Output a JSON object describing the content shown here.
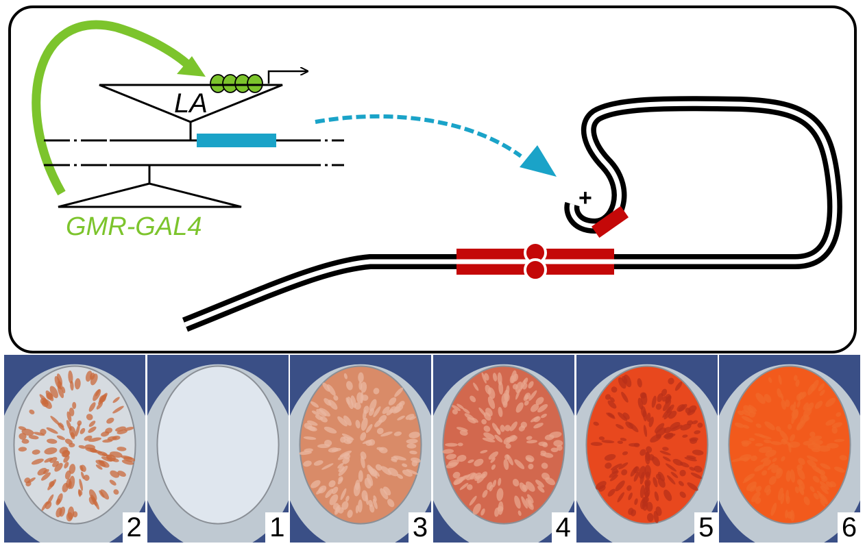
{
  "diagram": {
    "insert_label": "LA",
    "driver_label": "GMR-GAL4",
    "domain_symbol": "+",
    "colors": {
      "driver_arrow": "#7cc42c",
      "uas_beads": "#7cc42c",
      "reporter": "#1aa3c8",
      "heterochromatin": "#c40808",
      "outline": "#000000"
    }
  },
  "eyes": [
    {
      "number": "2",
      "pigment": "sparse orange speckles on pale eye",
      "base": "#d6dbe0",
      "spot": "#c96a3c",
      "level": 0.2
    },
    {
      "number": "1",
      "pigment": "white eye",
      "base": "#dfe6ee",
      "spot": "#c9cfd6",
      "level": 0.0
    },
    {
      "number": "3",
      "pigment": "mottled orange",
      "base": "#d98b68",
      "spot": "#e9b7a0",
      "level": 0.55
    },
    {
      "number": "4",
      "pigment": "mostly red with pale streaks",
      "base": "#d2684e",
      "spot": "#e8a58e",
      "level": 0.7
    },
    {
      "number": "5",
      "pigment": "red",
      "base": "#e8481e",
      "spot": "#b8301a",
      "level": 0.95
    },
    {
      "number": "6",
      "pigment": "bright red-orange",
      "base": "#f25a1c",
      "spot": "#f06a2a",
      "level": 1.0
    }
  ]
}
